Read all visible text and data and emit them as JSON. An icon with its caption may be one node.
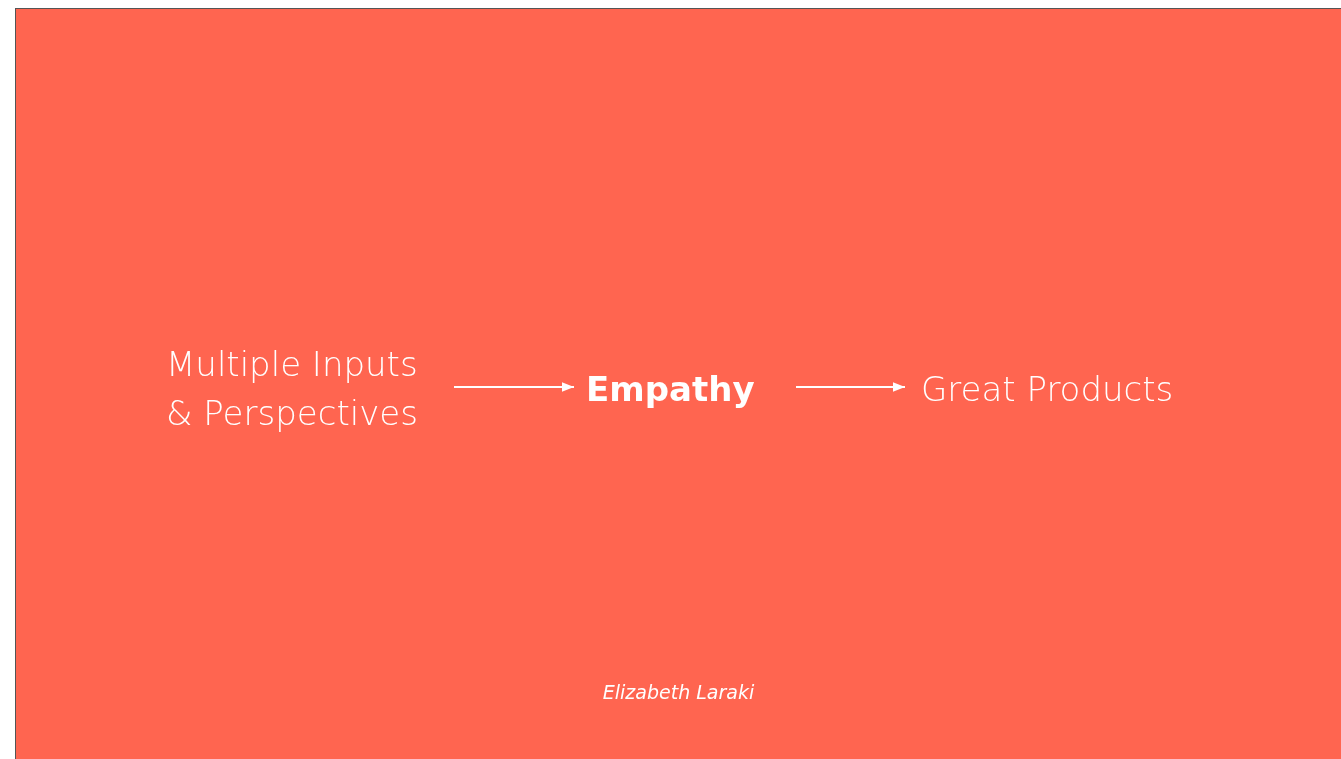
{
  "diagram": {
    "nodes": [
      {
        "text": [
          "Multiple Inputs & Perspectives"
        ]
      },
      {
        "text": [
          "Empathy"
        ]
      },
      {
        "text": [
          "Great Products"
        ]
      }
    ],
    "edges": [
      {
        "from": 0,
        "to": 1,
        "arrow": "to"
      },
      {
        "from": 1,
        "to": 2,
        "arrow": "to"
      }
    ],
    "caption": "Elizabeth Laraki"
  }
}
